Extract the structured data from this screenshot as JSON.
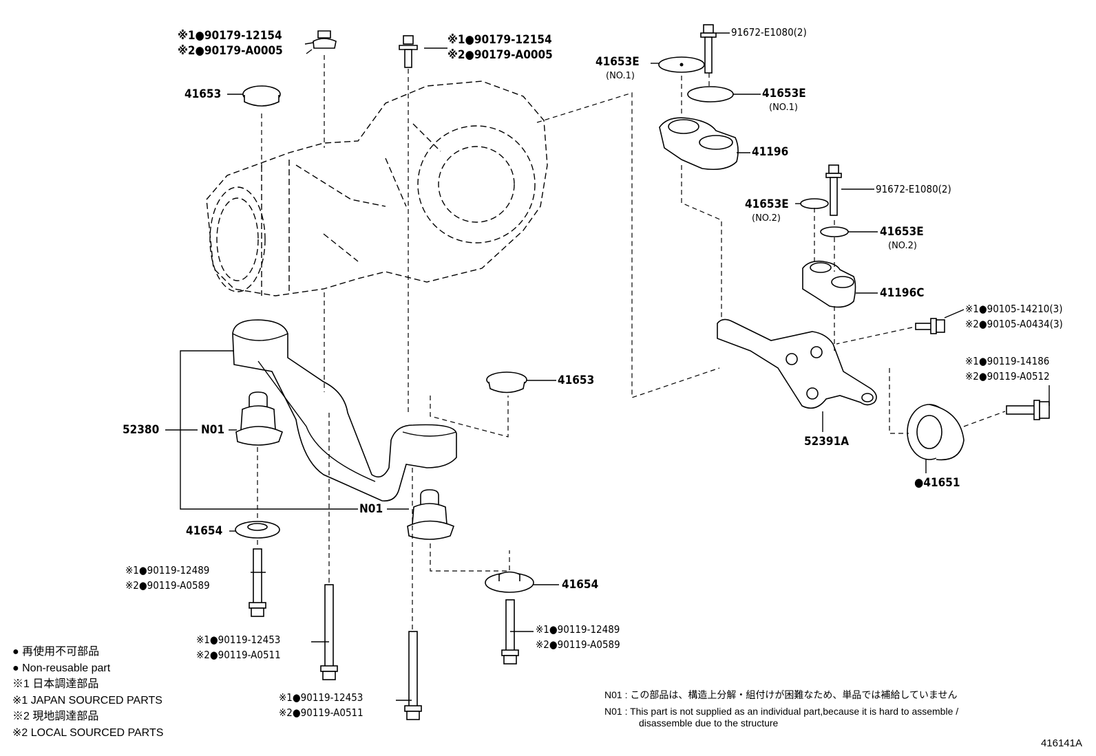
{
  "diagram_id": "416141A",
  "labels": {
    "top_bolt_left": [
      "※1●90179-12154",
      "※2●90179-A0005"
    ],
    "top_bolt_mid": [
      "※1●90179-12154",
      "※2●90179-A0005"
    ],
    "stopper_top_left": "41653",
    "stopper_mid": "41653",
    "washer_e_no1_top": "41653E",
    "washer_e_no1_top_sub": "(NO.1)",
    "washer_e_no1_b": "41653E",
    "washer_e_no1_b_sub": "(NO.1)",
    "bolt_e1080_top": "91672-E1080(2)",
    "bolt_e1080_mid": "91672-E1080(2)",
    "washer_e_no2_a": "41653E",
    "washer_e_no2_a_sub": "(NO.2)",
    "washer_e_no2_b": "41653E",
    "washer_e_no2_b_sub": "(NO.2)",
    "insulator_41196": "41196",
    "insulator_41196c": "41196C",
    "bolt_right_1": [
      "※1●90105-14210(3)",
      "※2●90105-A0434(3)"
    ],
    "bolt_right_2": [
      "※1●90119-14186",
      "※2●90119-A0512"
    ],
    "bracket_52391a": "52391A",
    "cushion_41651": "●41651",
    "member_52380": "52380",
    "n01_a": "N01",
    "n01_b": "N01",
    "washer_41654_left": "41654",
    "washer_41654_right": "41654",
    "bolt_bottom_left": [
      "※1●90119-12489",
      "※2●90119-A0589"
    ],
    "bolt_bottom_right": [
      "※1●90119-12489",
      "※2●90119-A0589"
    ],
    "bolt_long_left": [
      "※1●90119-12453",
      "※2●90119-A0511"
    ],
    "bolt_long_mid": [
      "※1●90119-12453",
      "※2●90119-A0511"
    ]
  },
  "legend": [
    "● 再使用不可部品",
    "● Non-reusable part",
    "※1 日本調達部品",
    "※1 JAPAN SOURCED PARTS",
    "※2 現地調達部品",
    "※2 LOCAL SOURCED PARTS"
  ],
  "notes": [
    "N01 : この部品は、構造上分解・組付けが困難なため、単品では補給していません",
    "N01 : This part is not supplied as an individual part,because it is hard to assemble /",
    "disassemble due to the structure"
  ]
}
